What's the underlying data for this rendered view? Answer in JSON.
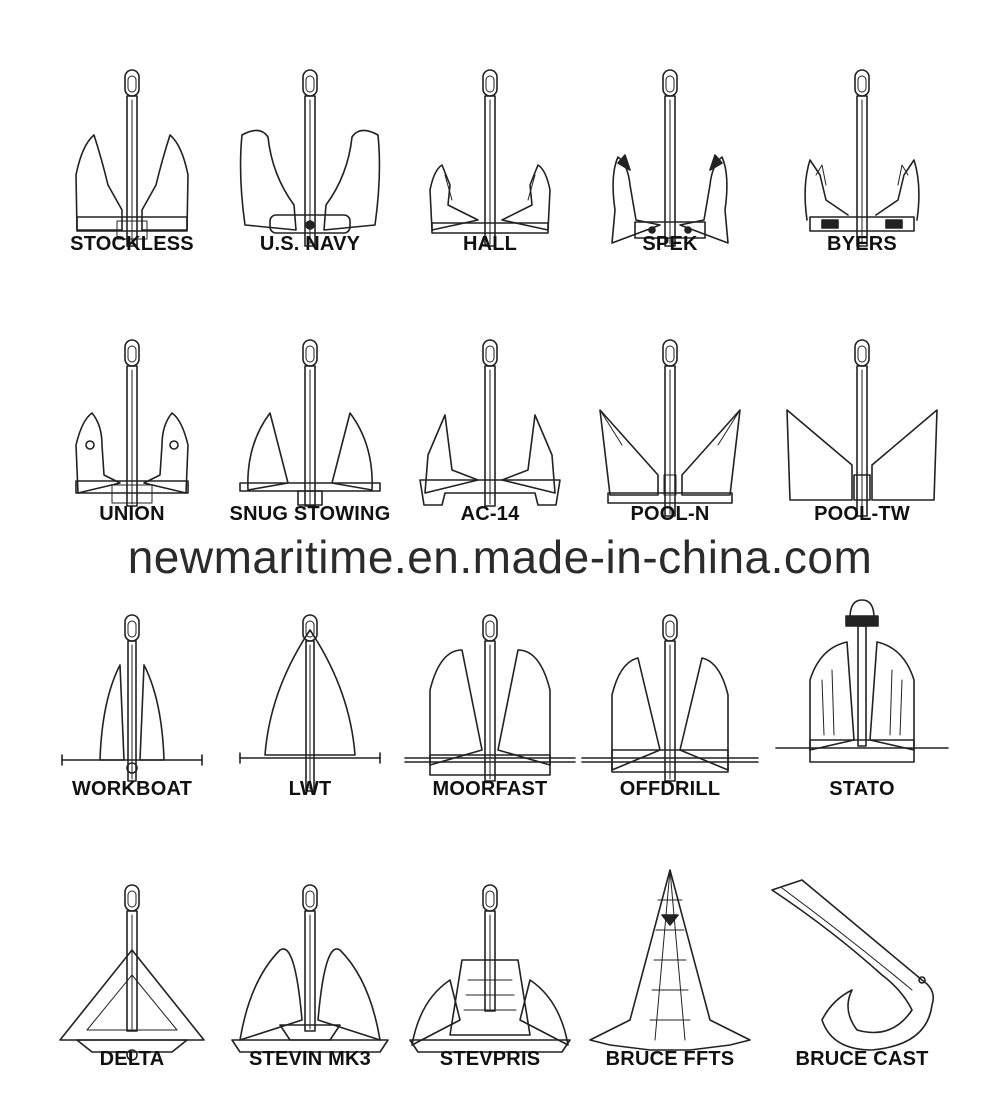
{
  "watermark": "newmaritime.en.made-in-china.com",
  "rows": [
    [
      "STOCKLESS",
      "U.S. NAVY",
      "HALL",
      "SPEK",
      "BYERS"
    ],
    [
      "UNION",
      "SNUG STOWING",
      "AC-14",
      "POOL-N",
      "POOL-TW"
    ],
    [
      "WORKBOAT",
      "LWT",
      "MOORFAST",
      "OFFDRILL",
      "STATO"
    ],
    [
      "DELTA",
      "STEVIN MK3",
      "STEVPRIS",
      "BRUCE FFTS",
      "BRUCE CAST"
    ]
  ]
}
